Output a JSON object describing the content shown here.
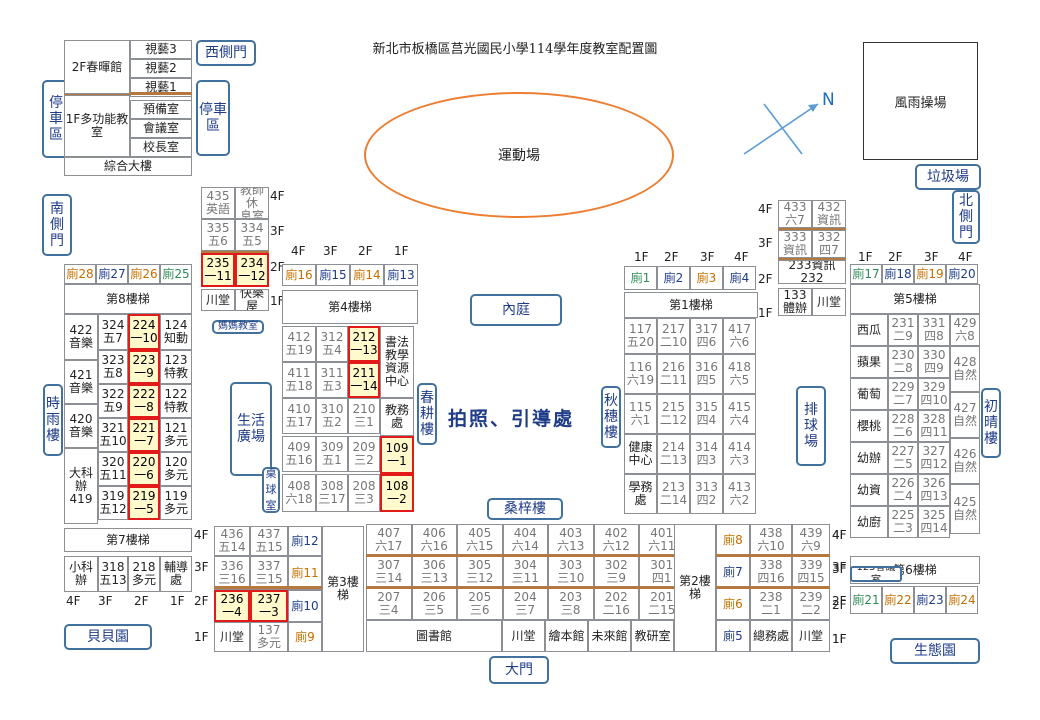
{
  "title": "新北市板橋區莒光國民小學114學年度教室配置圖",
  "colors": {
    "highlight_border": "#e21a1a",
    "highlight_fill": "#fff9cc",
    "track": "#ed7d31",
    "box_border": "#41719c",
    "label": "#1f3c88",
    "seam": "#b5793f"
  },
  "sports_field": "運動場",
  "rain_playground": "風雨操場",
  "compass_n": "N",
  "center_text": "拍照、引導處",
  "top_labels": {
    "west_gate": "西側門",
    "garbage": "垃圾場",
    "north_gate": "北側門",
    "south_gate": "南側門"
  },
  "complex": {
    "right": [
      "視藝3",
      "視藝2",
      "視藝1",
      "預備室",
      "會議室",
      "校長室"
    ],
    "f2": "2F春暉館",
    "f1": "1F多功能教室",
    "bottom": "綜合大樓"
  },
  "parking_left": "停車區",
  "parking_right": "停車區",
  "bldg_top_small": {
    "cells": [
      {
        "t": "435",
        "s": "英語"
      },
      {
        "t": "教師休",
        "s": "息室"
      },
      {
        "t": "335",
        "s": "五6"
      },
      {
        "t": "334",
        "s": "五5"
      },
      {
        "t": "235",
        "s": "一11"
      },
      {
        "t": "234",
        "s": "一12"
      }
    ],
    "bottom": [
      "川堂",
      "快樂屋"
    ],
    "floors": [
      "4F",
      "3F",
      "2F",
      "1F"
    ]
  },
  "mama_classroom": "媽媽教室",
  "b8": {
    "floors_hdr": [
      "4F",
      "3F",
      "2F",
      "1F"
    ],
    "toilets": [
      "廁28",
      "廁27",
      "廁26",
      "廁25"
    ],
    "stair": "第8樓梯",
    "col1": [
      {
        "t": "422",
        "s": "音樂"
      },
      {
        "t": "421",
        "s": "音樂"
      },
      {
        "t": "420",
        "s": "音樂"
      },
      {
        "t": "大科辦419",
        "s": ""
      }
    ],
    "col2": [
      {
        "t": "324",
        "s": "五7"
      },
      {
        "t": "323",
        "s": "五8"
      },
      {
        "t": "322",
        "s": "五9"
      },
      {
        "t": "321",
        "s": "五10"
      },
      {
        "t": "320",
        "s": "五11"
      },
      {
        "t": "319",
        "s": "五12"
      }
    ],
    "col3": [
      {
        "t": "224",
        "s": "一10"
      },
      {
        "t": "223",
        "s": "一9"
      },
      {
        "t": "222",
        "s": "一8"
      },
      {
        "t": "221",
        "s": "一7"
      },
      {
        "t": "220",
        "s": "一6"
      },
      {
        "t": "219",
        "s": "一5"
      }
    ],
    "col4": [
      {
        "t": "124",
        "s": "知動"
      },
      {
        "t": "123",
        "s": "特教"
      },
      {
        "t": "122",
        "s": "特教"
      },
      {
        "t": "121",
        "s": "多元"
      },
      {
        "t": "120",
        "s": "多元"
      },
      {
        "t": "119",
        "s": "多元"
      }
    ]
  },
  "b7": {
    "stair": "第7樓梯",
    "cells": [
      "小科辦",
      "318五13",
      "218多元",
      "輔導處"
    ],
    "floors": [
      "4F",
      "3F",
      "2F",
      "1F"
    ]
  },
  "shiyu": "時雨樓",
  "beibei": "貝貝園",
  "life_plaza": "生活廣場",
  "table_tennis": "桌球室",
  "b4": {
    "floors_hdr": [
      "4F",
      "3F",
      "2F",
      "1F"
    ],
    "toilets": [
      "廁16",
      "廁15",
      "廁14",
      "廁13"
    ],
    "stair": "第4樓梯",
    "col1": [
      {
        "t": "412",
        "s": "五19"
      },
      {
        "t": "411",
        "s": "五18"
      },
      {
        "t": "410",
        "s": "五17"
      },
      {
        "t": "409",
        "s": "五16"
      },
      {
        "t": "408",
        "s": "六18"
      }
    ],
    "col2": [
      {
        "t": "312",
        "s": "五4"
      },
      {
        "t": "311",
        "s": "五3"
      },
      {
        "t": "310",
        "s": "五2"
      },
      {
        "t": "309",
        "s": "五1"
      },
      {
        "t": "308",
        "s": "三17"
      }
    ],
    "col3": [
      {
        "t": "212",
        "s": "一13"
      },
      {
        "t": "211",
        "s": "一14"
      },
      {
        "t": "210",
        "s": "三1"
      },
      {
        "t": "209",
        "s": "三2"
      },
      {
        "t": "208",
        "s": "三3"
      }
    ],
    "col4": [
      {
        "t": "書法教學資源中心",
        "s": ""
      },
      {
        "t": "教務處",
        "s": ""
      },
      {
        "t": "109",
        "s": "一1"
      },
      {
        "t": "108",
        "s": "一2"
      }
    ]
  },
  "chungeng": "春耕樓",
  "inner_court": "內庭",
  "sangzi": "桑梓樓",
  "qiusui": "秋穗樓",
  "b1": {
    "floors_hdr": [
      "1F",
      "2F",
      "3F",
      "4F"
    ],
    "toilets": [
      "廁1",
      "廁2",
      "廁3",
      "廁4"
    ],
    "stair": "第1樓梯",
    "col1": [
      {
        "t": "117",
        "s": "五20"
      },
      {
        "t": "116",
        "s": "六19"
      },
      {
        "t": "115",
        "s": "六1"
      },
      {
        "t": "健康中心",
        "s": ""
      },
      {
        "t": "學務處",
        "s": ""
      }
    ],
    "col2": [
      {
        "t": "217",
        "s": "二10"
      },
      {
        "t": "216",
        "s": "二11"
      },
      {
        "t": "215",
        "s": "二12"
      },
      {
        "t": "214",
        "s": "二13"
      },
      {
        "t": "213",
        "s": "二14"
      }
    ],
    "col3": [
      {
        "t": "317",
        "s": "四6"
      },
      {
        "t": "316",
        "s": "四5"
      },
      {
        "t": "315",
        "s": "四4"
      },
      {
        "t": "314",
        "s": "四3"
      },
      {
        "t": "313",
        "s": "四2"
      }
    ],
    "col4": [
      {
        "t": "417",
        "s": "六6"
      },
      {
        "t": "418",
        "s": "六5"
      },
      {
        "t": "415",
        "s": "六4"
      },
      {
        "t": "414",
        "s": "六3"
      },
      {
        "t": "413",
        "s": "六2"
      }
    ]
  },
  "volleyball": "排球場",
  "small_bldg": {
    "cells": [
      {
        "t": "433",
        "s": "六7"
      },
      {
        "t": "432",
        "s": "資訊"
      },
      {
        "t": "333",
        "s": "資訊"
      },
      {
        "t": "332",
        "s": "四7"
      }
    ],
    "wide": "233資訊232",
    "bottom": [
      "133體辦",
      "川堂"
    ],
    "floors": [
      "4F",
      "3F",
      "2F",
      "1F"
    ]
  },
  "b5": {
    "floors_hdr": [
      "1F",
      "2F",
      "3F",
      "4F"
    ],
    "toilets": [
      "廁17",
      "廁18",
      "廁19",
      "廁20"
    ],
    "stair": "第5樓梯",
    "col1": [
      "西瓜",
      "蘋果",
      "葡萄",
      "櫻桃",
      "幼辦",
      "幼資",
      "幼廚"
    ],
    "col2": [
      {
        "t": "231",
        "s": "二9"
      },
      {
        "t": "230",
        "s": "二8"
      },
      {
        "t": "229",
        "s": "二7"
      },
      {
        "t": "228",
        "s": "二6"
      },
      {
        "t": "227",
        "s": "二5"
      },
      {
        "t": "226",
        "s": "二4"
      },
      {
        "t": "225",
        "s": "二3"
      }
    ],
    "col3": [
      {
        "t": "331",
        "s": "四8"
      },
      {
        "t": "330",
        "s": "四9"
      },
      {
        "t": "329",
        "s": "四10"
      },
      {
        "t": "328",
        "s": "四11"
      },
      {
        "t": "327",
        "s": "四12"
      },
      {
        "t": "326",
        "s": "四13"
      },
      {
        "t": "325",
        "s": "四14"
      }
    ],
    "col4": [
      {
        "t": "429",
        "s": "六8"
      },
      {
        "t": "428",
        "s": "自然"
      },
      {
        "t": "427",
        "s": "自然"
      },
      {
        "t": "426",
        "s": "自然"
      },
      {
        "t": "425",
        "s": "自然"
      }
    ]
  },
  "chuqing": "初晴樓",
  "b6": {
    "stair": "第6樓梯",
    "meeting": "125會議室",
    "toilets": [
      "廁21",
      "廁22",
      "廁23",
      "廁24"
    ],
    "floors": [
      "4F",
      "3F",
      "2F",
      "1F"
    ]
  },
  "ecology": "生態園",
  "bottom_left": {
    "rows": [
      [
        {
          "t": "436",
          "s": "五14"
        },
        {
          "t": "437",
          "s": "五15"
        },
        {
          "t": "廁12",
          "s": ""
        }
      ],
      [
        {
          "t": "336",
          "s": "三16"
        },
        {
          "t": "337",
          "s": "三15"
        },
        {
          "t": "廁11",
          "s": ""
        }
      ],
      [
        {
          "t": "236",
          "s": "一4"
        },
        {
          "t": "237",
          "s": "一3"
        },
        {
          "t": "廁10",
          "s": ""
        }
      ],
      [
        {
          "t": "川堂",
          "s": ""
        },
        {
          "t": "137",
          "s": "多元"
        },
        {
          "t": "廁9",
          "s": ""
        }
      ]
    ],
    "floors": [
      "4F",
      "3F",
      "2F",
      "1F"
    ],
    "stair": "第3樓梯"
  },
  "bottom_mid": {
    "rows": [
      [
        {
          "t": "407",
          "s": "六17"
        },
        {
          "t": "406",
          "s": "六16"
        },
        {
          "t": "405",
          "s": "六15"
        },
        {
          "t": "404",
          "s": "六14"
        },
        {
          "t": "403",
          "s": "六13"
        },
        {
          "t": "402",
          "s": "六12"
        },
        {
          "t": "401",
          "s": "六11"
        }
      ],
      [
        {
          "t": "307",
          "s": "三14"
        },
        {
          "t": "306",
          "s": "三13"
        },
        {
          "t": "305",
          "s": "三12"
        },
        {
          "t": "304",
          "s": "三11"
        },
        {
          "t": "303",
          "s": "三10"
        },
        {
          "t": "302",
          "s": "三9"
        },
        {
          "t": "301",
          "s": "四1"
        }
      ],
      [
        {
          "t": "207",
          "s": "三4"
        },
        {
          "t": "206",
          "s": "三5"
        },
        {
          "t": "205",
          "s": "三6"
        },
        {
          "t": "204",
          "s": "三7"
        },
        {
          "t": "203",
          "s": "三8"
        },
        {
          "t": "202",
          "s": "二16"
        },
        {
          "t": "201",
          "s": "二15"
        }
      ]
    ],
    "ground": [
      "圖書館",
      "川堂",
      "繪本館",
      "未來館",
      "教研室"
    ],
    "stair2": "第2樓梯"
  },
  "bottom_right": {
    "rows": [
      [
        {
          "t": "廁8",
          "s": ""
        },
        {
          "t": "438",
          "s": "六10"
        },
        {
          "t": "439",
          "s": "六9"
        }
      ],
      [
        {
          "t": "廁7",
          "s": ""
        },
        {
          "t": "338",
          "s": "四16"
        },
        {
          "t": "339",
          "s": "四15"
        }
      ],
      [
        {
          "t": "廁6",
          "s": ""
        },
        {
          "t": "238",
          "s": "二1"
        },
        {
          "t": "239",
          "s": "二2"
        }
      ],
      [
        {
          "t": "廁5",
          "s": ""
        },
        {
          "t": "總務處",
          "s": ""
        },
        {
          "t": "川堂",
          "s": ""
        }
      ]
    ],
    "floors": [
      "4F",
      "3F",
      "2F",
      "1F"
    ]
  },
  "main_gate": "大門"
}
